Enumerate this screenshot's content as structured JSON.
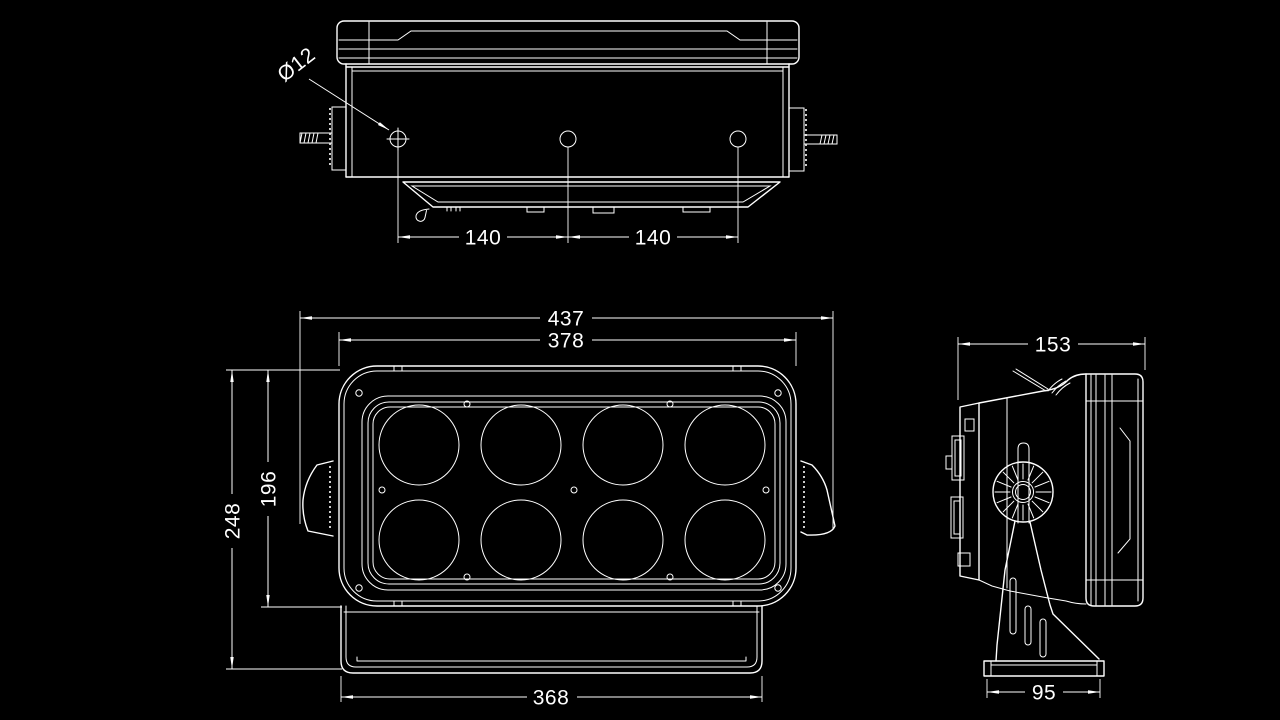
{
  "drawing": {
    "type": "technical-dimension-drawing",
    "background_color": "#000000",
    "line_color": "#ffffff",
    "text_color": "#ffffff",
    "views": {
      "top": {
        "name": "top view",
        "hole_count": 3,
        "dims": {
          "hole_diameter": "Ø12",
          "spacing_left": "140",
          "spacing_right": "140"
        }
      },
      "front": {
        "name": "front view",
        "lens_count": 8,
        "lens_grid": "4x2",
        "dims": {
          "overall_width": "437",
          "body_width": "378",
          "overall_height": "248",
          "body_height": "196",
          "bracket_width": "368"
        }
      },
      "side": {
        "name": "side view",
        "dims": {
          "depth": "153",
          "base_width": "95"
        }
      }
    }
  }
}
